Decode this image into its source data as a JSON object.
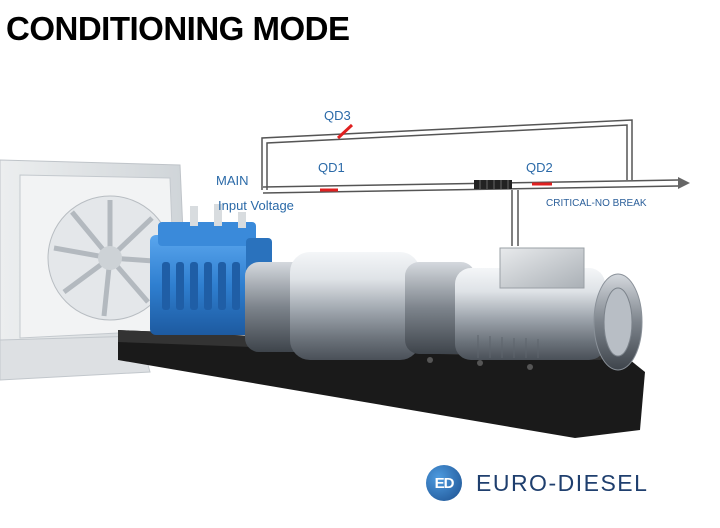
{
  "title": "CONDITIONING MODE",
  "labels": {
    "main": "MAIN",
    "input_voltage": "Input Voltage",
    "qd1": "QD1",
    "qd2": "QD2",
    "qd3": "QD3",
    "critical": "CRITICAL-NO BREAK"
  },
  "logo": {
    "mark": "ED",
    "text": "EURO-DIESEL"
  },
  "colors": {
    "engine_blue": "#2f7fd0",
    "breaker_red": "#e02020",
    "label_blue": "#2b6aa8",
    "rotor_silver": "#c8cdd3",
    "base_black": "#1a1a1a"
  }
}
